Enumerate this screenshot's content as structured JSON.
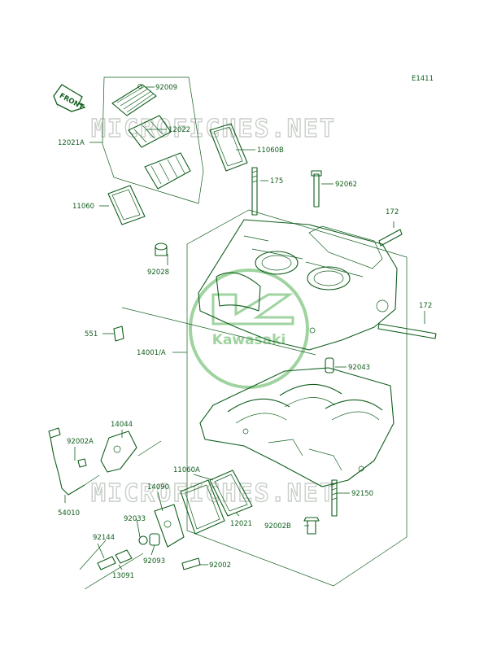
{
  "diagram_code": "E1411",
  "front_arrow_label": "FRONT",
  "watermark_text": "MICROFICHES.NET",
  "logo_text": "Kawasaki",
  "colors": {
    "line": "#0f5e1c",
    "watermark": "#c9cfc9",
    "logo": "#9fd39f"
  },
  "parts": [
    {
      "id": "p92009",
      "label": "92009"
    },
    {
      "id": "p12022",
      "label": "12022"
    },
    {
      "id": "p12021A",
      "label": "12021A"
    },
    {
      "id": "p11060B",
      "label": "11060B"
    },
    {
      "id": "p175",
      "label": "175"
    },
    {
      "id": "p92062",
      "label": "92062"
    },
    {
      "id": "p11060",
      "label": "11060"
    },
    {
      "id": "p172a",
      "label": "172"
    },
    {
      "id": "p92028",
      "label": "92028"
    },
    {
      "id": "p172b",
      "label": "172"
    },
    {
      "id": "p551",
      "label": "551"
    },
    {
      "id": "p14001A",
      "label": "14001/A"
    },
    {
      "id": "p92043",
      "label": "92043"
    },
    {
      "id": "p14044",
      "label": "14044"
    },
    {
      "id": "p92002A",
      "label": "92002A"
    },
    {
      "id": "p11060A",
      "label": "11060A"
    },
    {
      "id": "p14090",
      "label": "14090"
    },
    {
      "id": "p54010",
      "label": "54010"
    },
    {
      "id": "p92150",
      "label": "92150"
    },
    {
      "id": "p12021",
      "label": "12021"
    },
    {
      "id": "p92033",
      "label": "92033"
    },
    {
      "id": "p92002B",
      "label": "92002B"
    },
    {
      "id": "p92144",
      "label": "92144"
    },
    {
      "id": "p92093",
      "label": "92093"
    },
    {
      "id": "p92002",
      "label": "92002"
    },
    {
      "id": "p13091",
      "label": "13091"
    }
  ]
}
